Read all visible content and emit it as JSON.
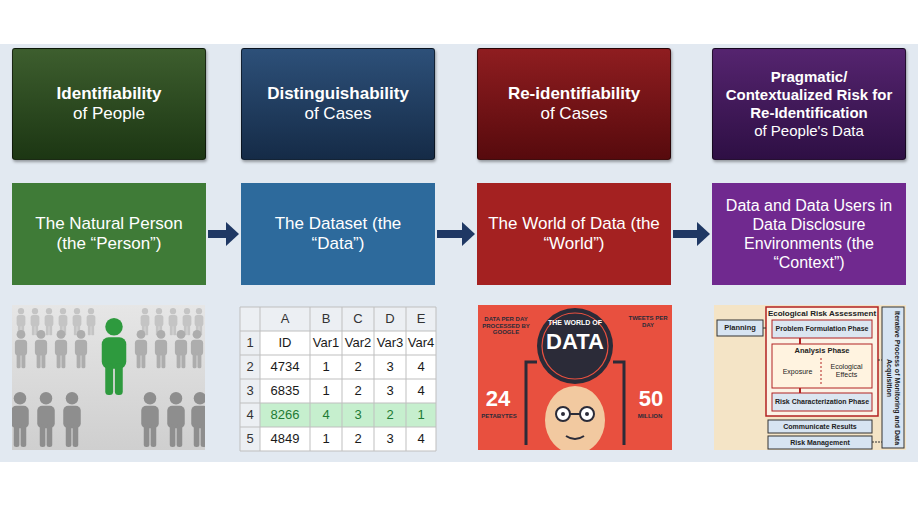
{
  "diagram": {
    "nodes": [
      {
        "text": [
          "Identifiability",
          "of People"
        ]
      },
      {
        "text": [
          "Distinguishability",
          "of Cases"
        ]
      },
      {
        "text": [
          "Re-identifiability",
          "of Cases"
        ]
      },
      {
        "text": [
          "Pragmatic/ Contextualized Risk for Re-Identification",
          "of People's Data"
        ]
      },
      {
        "text": [
          "The Natural Person (the “Person”)"
        ]
      },
      {
        "text": [
          "The Dataset (the “Data”)"
        ]
      },
      {
        "text": [
          "The World of Data (the “World”)"
        ]
      },
      {
        "text": [
          "Data and Data Users in Data Disclosure Environments (the “Context”)"
        ]
      }
    ],
    "edges": [
      {
        "from": 4,
        "to": 5,
        "arrow": "to"
      },
      {
        "from": 5,
        "to": 6,
        "arrow": "to"
      },
      {
        "from": 6,
        "to": 7,
        "arrow": "to"
      }
    ],
    "labels": [
      "A",
      "B",
      "C",
      "D",
      "E",
      "1",
      "ID",
      "Var1",
      "Var2",
      "Var3",
      "Var4",
      "2",
      "4734",
      "1",
      "2",
      "3",
      "4",
      "3",
      "6835",
      "1",
      "2",
      "3",
      "4",
      "4",
      "8266",
      "4",
      "3",
      "2",
      "1",
      "5",
      "4849",
      "1",
      "2",
      "3",
      "4",
      "THE WORLD OF",
      "DATA",
      "DATA PER DAY PROCESSED BY GOOGLE",
      "24",
      "PETABYTES",
      "TWEETS PER DAY",
      "50",
      "MILLION",
      "Ecological Risk Assessment",
      "Planning",
      "Problem Formulation Phase",
      "Analysis Phase",
      "Exposure",
      "Ecological Effects",
      "Risk Characterization Phase",
      "Communicate Results",
      "Risk Management",
      "Iterative Process of Monitoring and Data Acquisition"
    ]
  }
}
